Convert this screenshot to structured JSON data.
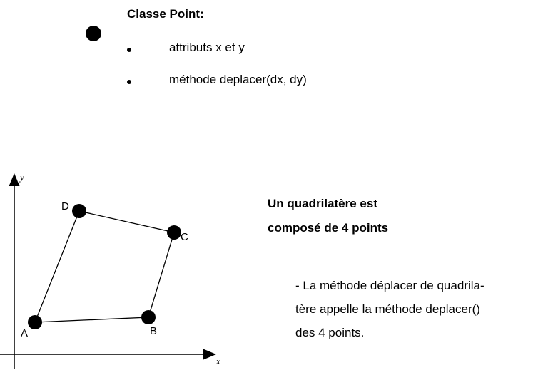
{
  "class_point": {
    "title": "Classe Point:",
    "bullets": [
      "attributs x et y",
      "méthode deplacer(dx, dy)"
    ]
  },
  "quad_text": {
    "line1": "Un quadrilatère est",
    "line2": "composé de 4 points"
  },
  "method_text": {
    "line1": "- La méthode déplacer de quadrila-",
    "line2": "tère appelle la méthode deplacer()",
    "line3": "des 4 points."
  },
  "axes": {
    "x_label": "x",
    "y_label": "y"
  },
  "points": [
    {
      "name": "A"
    },
    {
      "name": "B"
    },
    {
      "name": "C"
    },
    {
      "name": "D"
    }
  ]
}
